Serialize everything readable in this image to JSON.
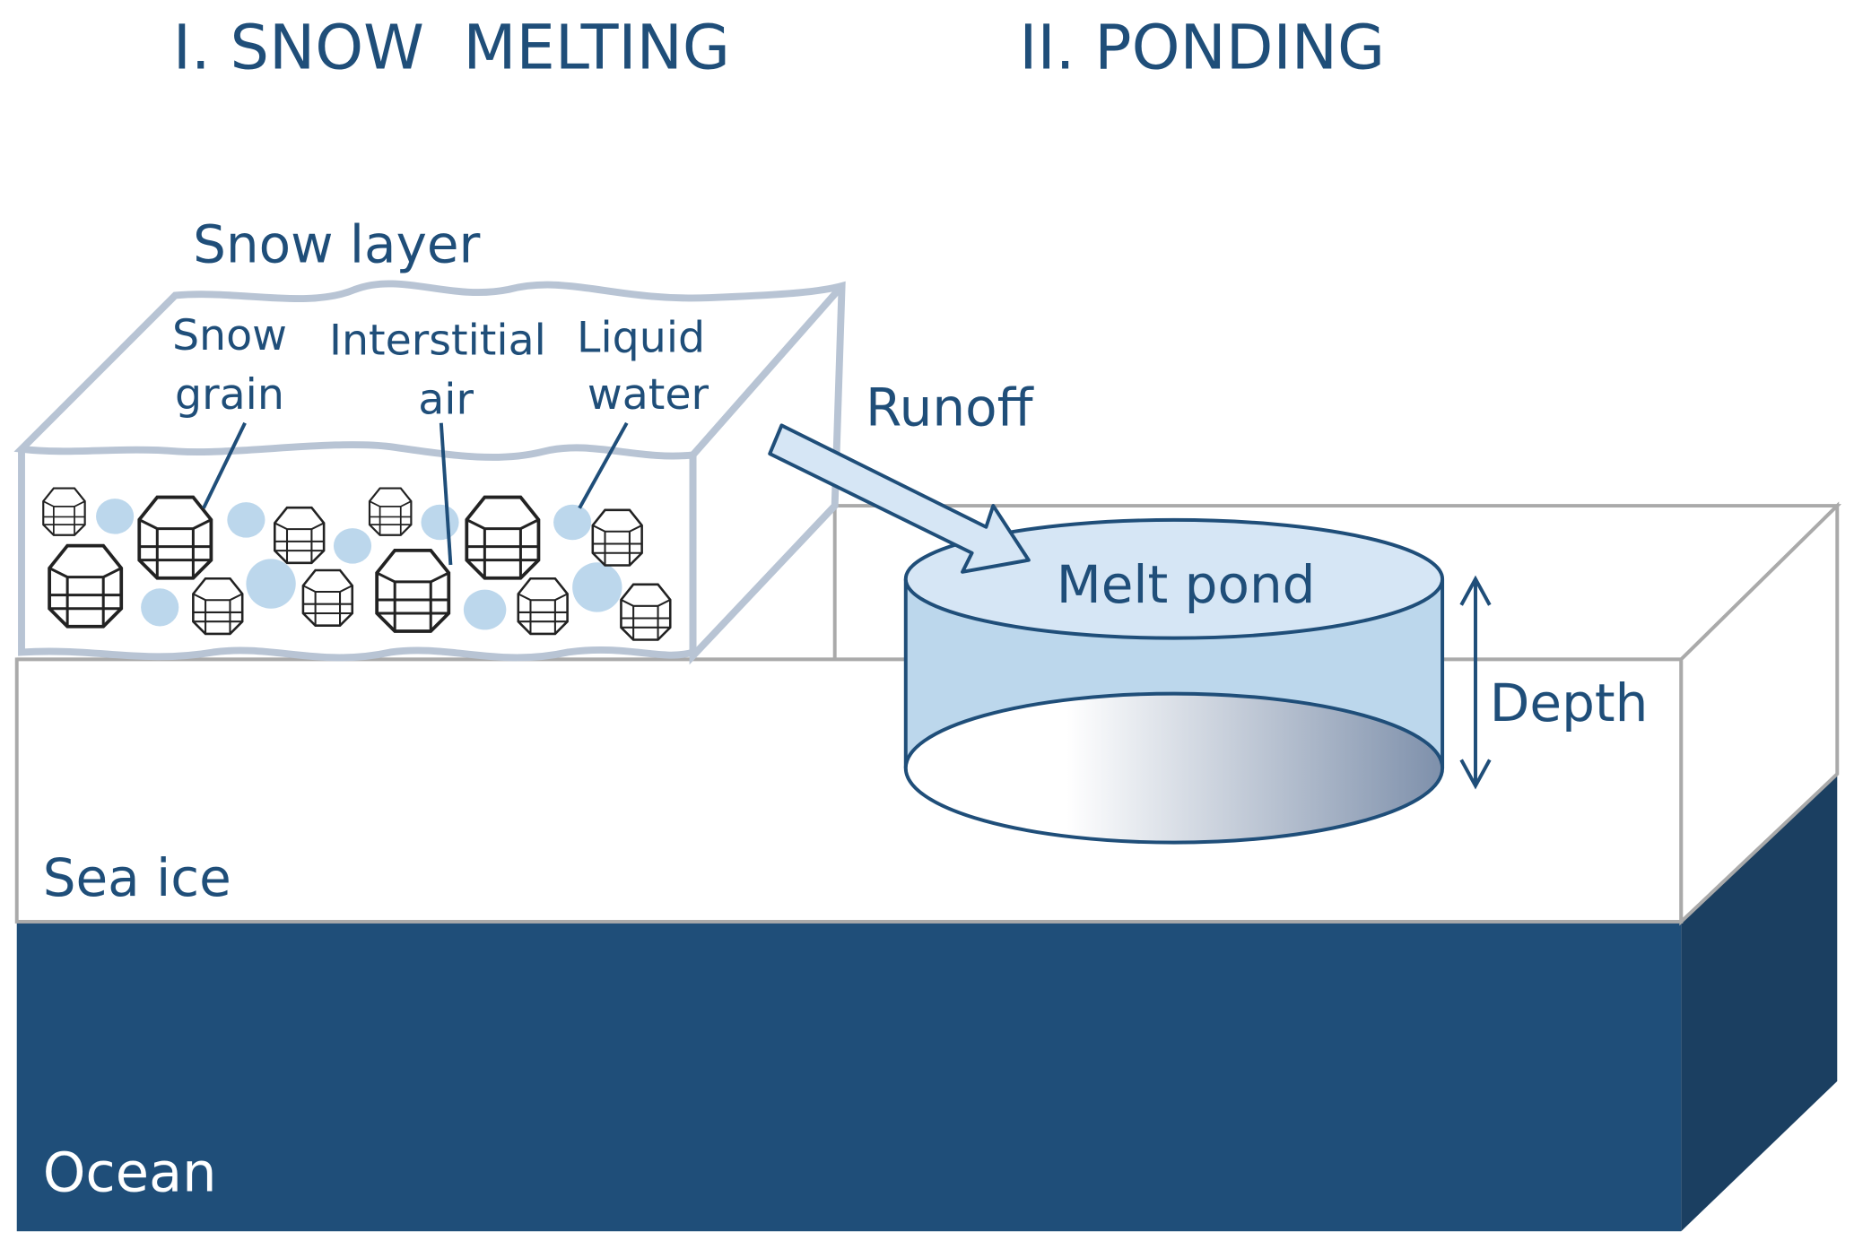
{
  "titles": {
    "snow_melting": "I. SNOW  MELTING",
    "ponding": "II. PONDING"
  },
  "labels": {
    "snow_layer": "Snow layer",
    "snow_grain_1": "Snow",
    "snow_grain_2": "grain",
    "interstitial_1": "Interstitial",
    "interstitial_2": "air",
    "liquid_1": "Liquid",
    "liquid_2": "water",
    "runoff": "Runoff",
    "melt_pond": "Melt pond",
    "depth": "Depth",
    "sea_ice": "Sea ice",
    "ocean": "Ocean"
  },
  "colors": {
    "text": "#1f4e79",
    "ocean": "#1f4e79",
    "ocean_side": "#1b3f61",
    "snow_outline": "#b8c4d4",
    "water": "#bcd7ec",
    "pond_top": "#d6e6f5"
  }
}
